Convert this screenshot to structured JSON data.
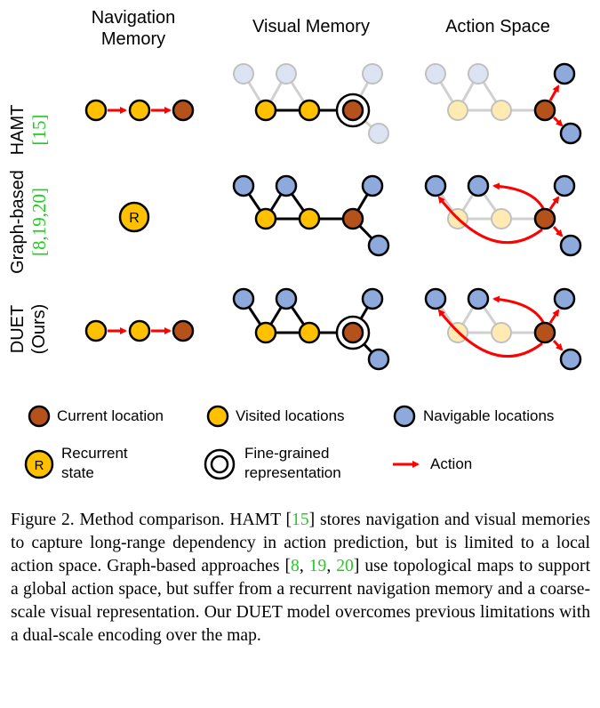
{
  "columns": {
    "navigation_memory": "Navigation\nMemory",
    "visual_memory": "Visual Memory",
    "action_space": "Action Space"
  },
  "rows": [
    {
      "name": "HAMT",
      "ref": "[15]"
    },
    {
      "name": "Graph-based",
      "ref": "[8,19,20]"
    },
    {
      "name": "DUET",
      "sub": "(Ours)"
    }
  ],
  "recurrent_node_label": "R",
  "legend": {
    "current": "Current location",
    "visited": "Visited locations",
    "navigable": "Navigable locations",
    "recurrent": "Recurrent\nstate",
    "fine_grained": "Fine-grained\nrepresentation",
    "action": "Action"
  },
  "colors": {
    "current": "#b5521b",
    "visited": "#ffc000",
    "navigable": "#8ea9db",
    "action_arrow": "#ff0000",
    "reference": "#22cc22"
  },
  "caption": {
    "p1": "Figure 2. Method comparison. HAMT [",
    "r1": "15",
    "p2": "] stores navigation and visual memories to capture long-range dependency in action prediction, but is limited to a local action space.  Graph-based approaches [",
    "r2": "8",
    "p3": ", ",
    "r3": "19",
    "p4": ", ",
    "r4": "20",
    "p5": "] use topological maps to support a global action space, but suffer from a recurrent navigation memory and a coarse-scale visual representation.  Our DUET model overcomes previous limitations with a dual-scale encoding over the map."
  }
}
